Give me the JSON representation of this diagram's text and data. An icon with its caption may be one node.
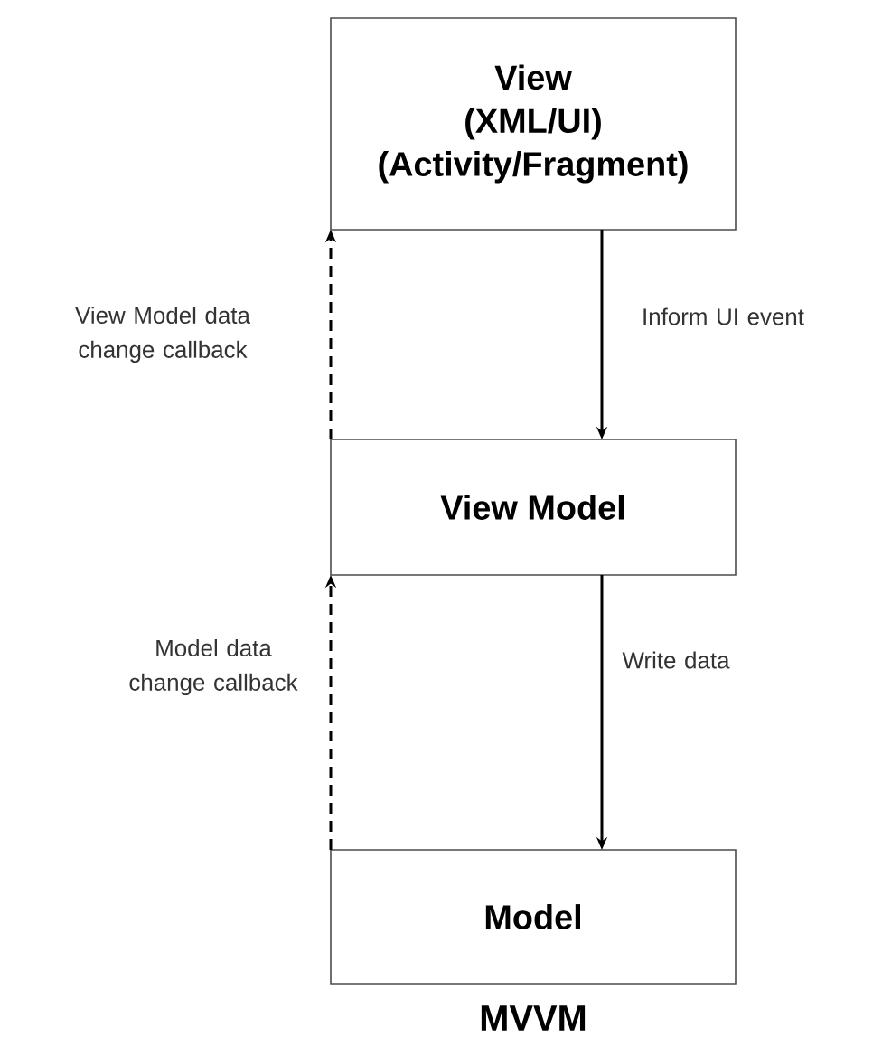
{
  "diagram": {
    "caption": "MVVM",
    "nodes": [
      {
        "text": [
          "View",
          "(XML/UI)",
          "(Activity/Fragment)"
        ]
      },
      {
        "text": [
          "View Model"
        ]
      },
      {
        "text": [
          "Model"
        ]
      }
    ],
    "edges": [
      {
        "from": 1,
        "to": 0,
        "arrow": "to",
        "style": "dashed",
        "label": "View Model data change callback"
      },
      {
        "from": 0,
        "to": 1,
        "arrow": "to",
        "label": "Inform UI event"
      },
      {
        "from": 2,
        "to": 1,
        "arrow": "to",
        "style": "dashed",
        "label": "Model data change callback"
      },
      {
        "from": 1,
        "to": 2,
        "arrow": "to",
        "label": "Write data"
      }
    ]
  }
}
